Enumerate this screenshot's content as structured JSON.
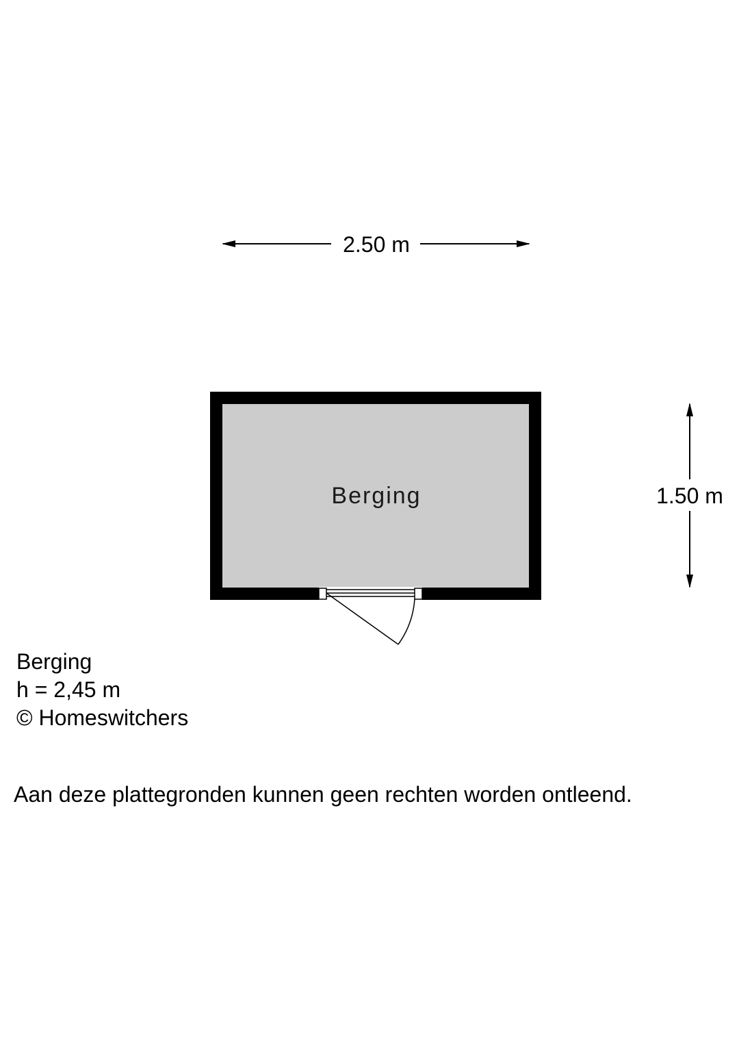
{
  "plan": {
    "width_dimension": "2.50 m",
    "height_dimension": "1.50 m",
    "room_name": "Berging"
  },
  "info": {
    "room": "Berging",
    "ceiling_height": "h = 2,45 m",
    "copyright": "© Homeswitchers"
  },
  "disclaimer": "Aan deze plattegronden kunnen geen rechten worden ontleend.",
  "colors": {
    "wall": "#000000",
    "floor": "#cccccc",
    "background": "#ffffff"
  }
}
